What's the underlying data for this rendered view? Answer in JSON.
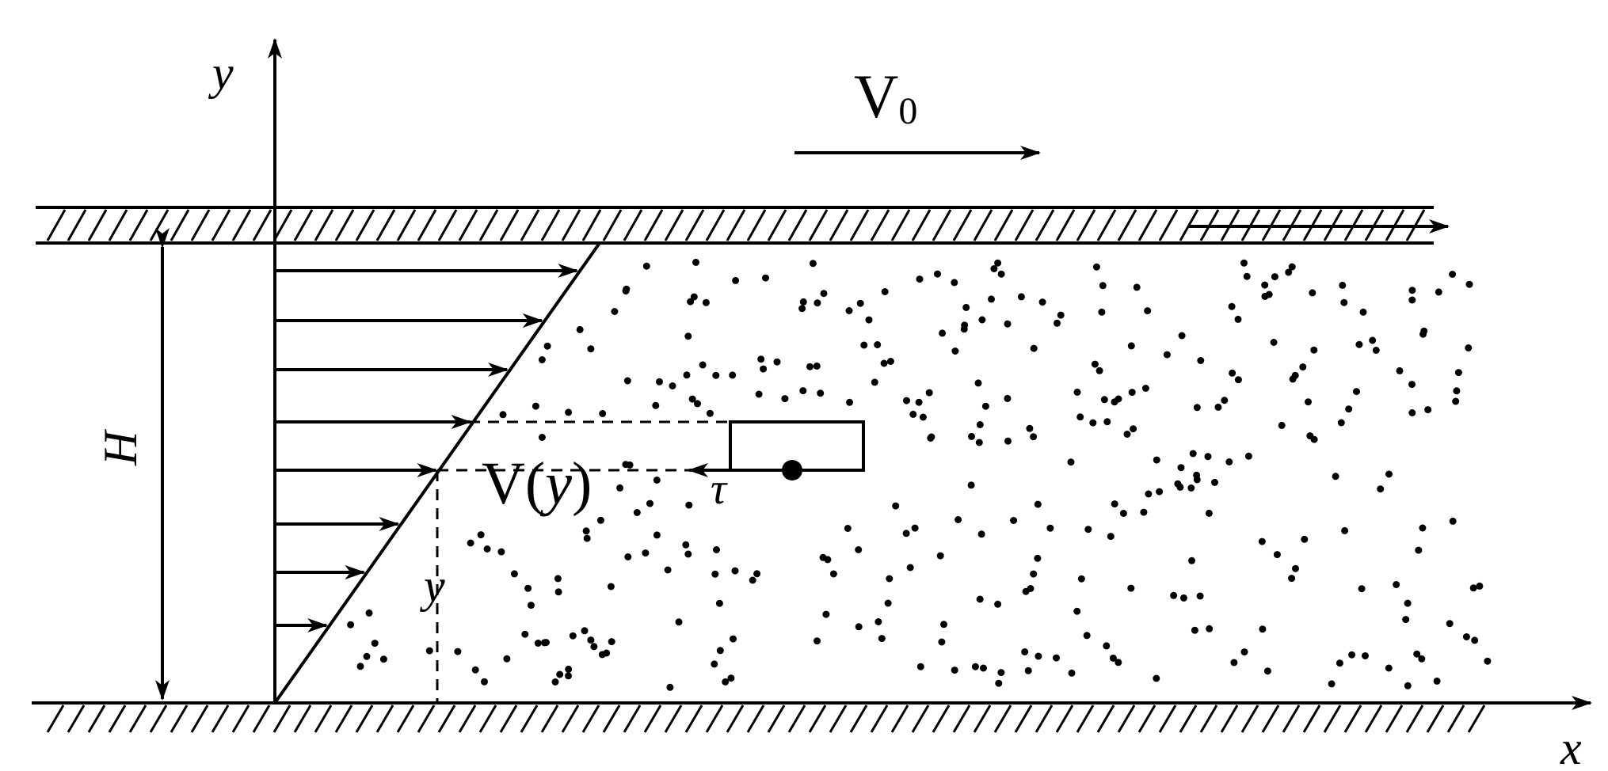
{
  "labels": {
    "y_axis": "y",
    "x_axis": "x",
    "top_velocity_V": "V",
    "top_velocity_sub": "0",
    "gap_height": "H",
    "profile_label_V": "V(",
    "profile_label_y": "y",
    "profile_label_close": ")",
    "shear_stress": "τ",
    "local_y": "y"
  },
  "colors": {
    "ink": "#000000",
    "background": "#ffffff"
  }
}
